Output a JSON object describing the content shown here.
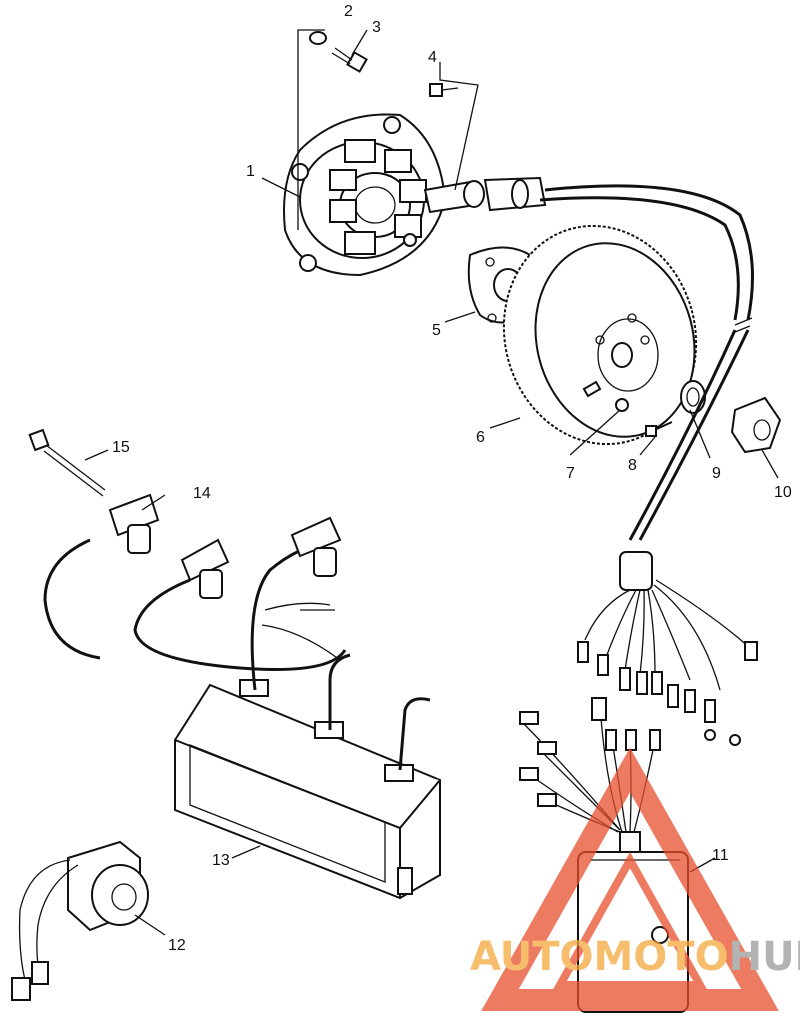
{
  "callouts": [
    "1",
    "2",
    "3",
    "4",
    "5",
    "6",
    "7",
    "8",
    "9",
    "10",
    "11",
    "12",
    "13",
    "14",
    "15"
  ],
  "watermark": {
    "part1": "AUTOMOTO",
    "part2": "HUB",
    "color_orange": "#f2a73b",
    "color_grey": "#9a9a9a",
    "color_red": "#e8502e"
  }
}
